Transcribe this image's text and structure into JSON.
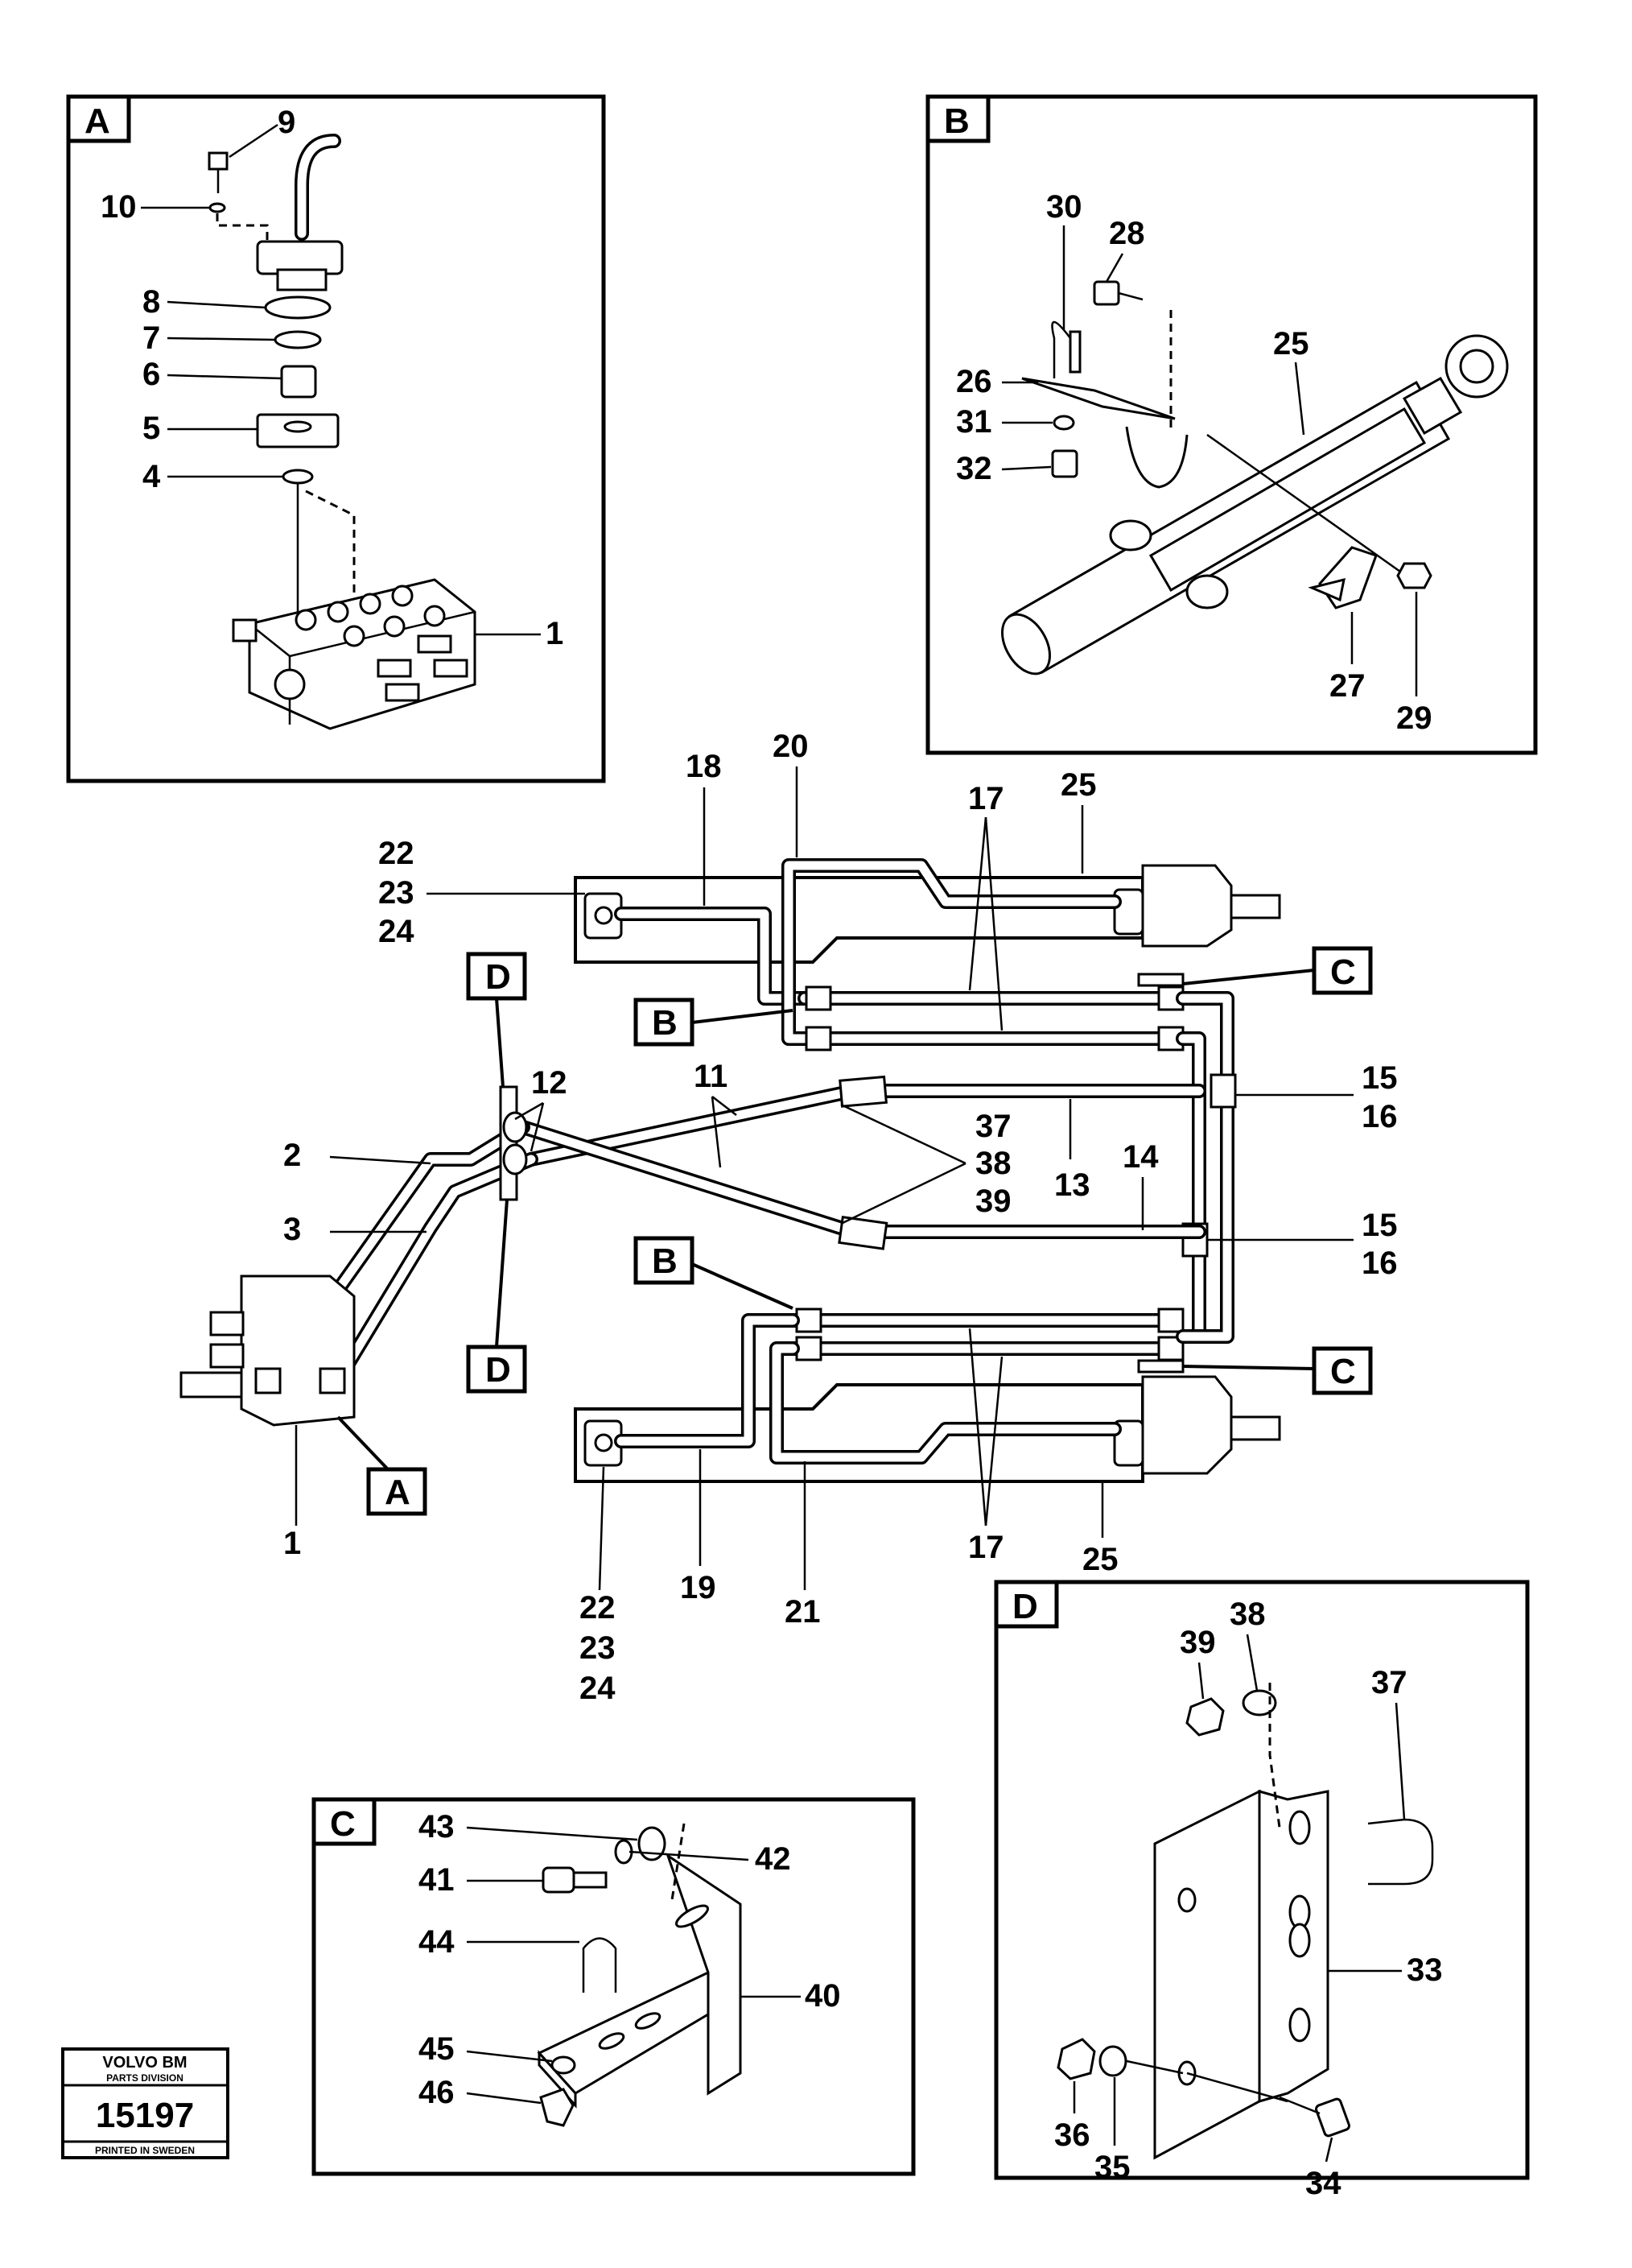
{
  "callouts": {
    "main_labels": {
      "18": "18",
      "20": "20",
      "17_top": "17",
      "25_top": "25",
      "22_top": "22",
      "23_top": "23",
      "24_top": "24",
      "D_top": "D",
      "C_top": "C",
      "B_top": "B",
      "12": "12",
      "11": "11",
      "15_a": "15",
      "16_a": "16",
      "2": "2",
      "37": "37",
      "38": "38",
      "39": "39",
      "13": "13",
      "14": "14",
      "3": "3",
      "15_b": "15",
      "16_b": "16",
      "B_bottom": "B",
      "C_bottom": "C",
      "D_bottom": "D",
      "A_main": "A",
      "1_main": "1",
      "17_bottom": "17",
      "25_bottom": "25",
      "19": "19",
      "21": "21",
      "22_bot": "22",
      "23_bot": "23",
      "24_bot": "24"
    },
    "panel_A": {
      "tag": "A",
      "n9": "9",
      "n10": "10",
      "n8": "8",
      "n7": "7",
      "n6": "6",
      "n5": "5",
      "n4": "4",
      "n1": "1"
    },
    "panel_B": {
      "tag": "B",
      "n30": "30",
      "n28": "28",
      "n25": "25",
      "n26": "26",
      "n31": "31",
      "n32": "32",
      "n27": "27",
      "n29": "29"
    },
    "panel_C": {
      "tag": "C",
      "n43": "43",
      "n42": "42",
      "n41": "41",
      "n44": "44",
      "n40": "40",
      "n45": "45",
      "n46": "46"
    },
    "panel_D": {
      "tag": "D",
      "n38": "38",
      "n39": "39",
      "n37": "37",
      "n33": "33",
      "n36": "36",
      "n35": "35",
      "n34": "34"
    }
  },
  "logo": {
    "brand": "VOLVO BM",
    "division": "PARTS DIVISION",
    "code": "15197",
    "printed": "PRINTED IN SWEDEN"
  }
}
